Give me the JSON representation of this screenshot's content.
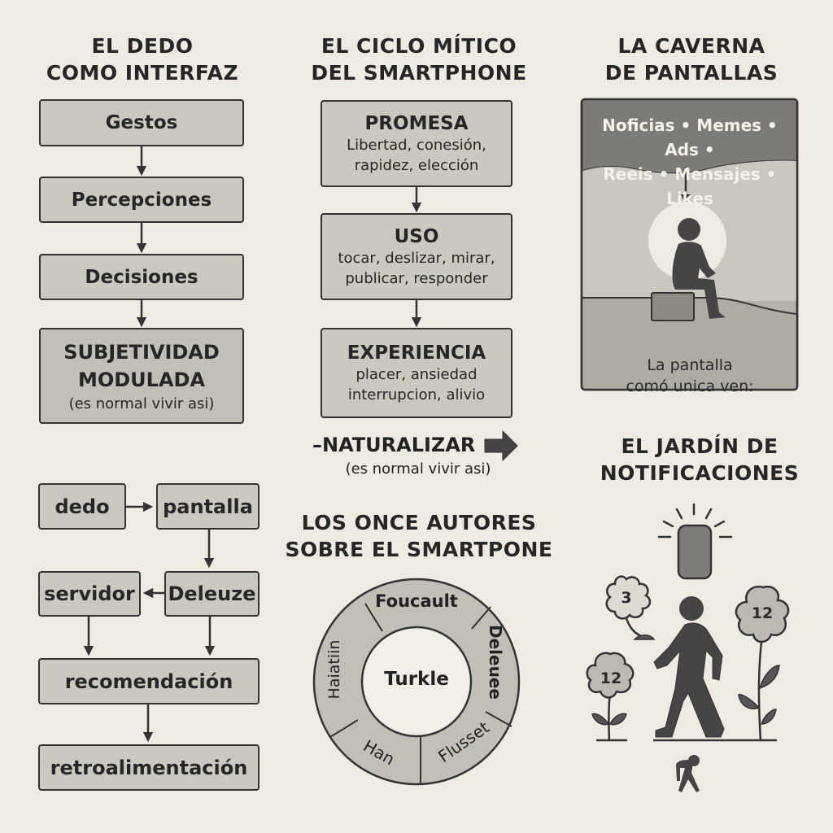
{
  "panels": {
    "dedo": {
      "title_line1": "EL DEDO",
      "title_line2": "COMO INTERFAZ",
      "steps": [
        "Gestos",
        "Percepciones",
        "Decisiones"
      ],
      "final": {
        "line1": "SUBJETIVIDAD",
        "line2": "MODULADA",
        "note": "(es normal vivir asi)"
      }
    },
    "ciclo": {
      "title_line1": "EL CICLO MÍTICO",
      "title_line2": "DEL SMARTPHONE",
      "stages": [
        {
          "label": "PROMESA",
          "line1": "Libertad, conesión,",
          "line2": "rapidez, elección"
        },
        {
          "label": "USO",
          "line1": "tocar, deslizar, mirar,",
          "line2": "publicar, responder"
        },
        {
          "label": "EXPERIENCIA",
          "line1": "placer, ansiedad",
          "line2": "interrupcion, alivio"
        }
      ],
      "naturalizar": "–NATURALIZAR",
      "naturalizar_note": "(es normal vivir asi)"
    },
    "caverna": {
      "title_line1": "LA CAVERNA",
      "title_line2": "DE PANTALLAS",
      "feed_line1": "Noficias • Memes • Ads •",
      "feed_line2": "Reeis • Mensajes • Likes",
      "caption_line1": "La pantalla",
      "caption_line2": "comó unica ven:"
    },
    "flujo": {
      "nodes": {
        "dedo": "dedo",
        "pantalla": "pantalla",
        "servidor": "servidor",
        "deleuze": "Deleuze",
        "recomendacion": "recomendación",
        "retroalimentacion": "retroalimentación"
      }
    },
    "autores": {
      "title_line1": "LOS ONCE AUTORES",
      "title_line2": "SOBRE EL SMARTPONE",
      "center": "Turkle",
      "segments": [
        "Foucault",
        "Deleuee",
        "Flusset",
        "Han",
        "Haiatiin"
      ]
    },
    "jardin": {
      "title_line1": "EL JARDÍN DE",
      "title_line2": "NOTIFICACIONES",
      "flowers": [
        "3",
        "12",
        "12"
      ]
    }
  },
  "colors": {
    "background": "#efebe2",
    "box_fill": "#cbc8bf",
    "stroke": "#333333",
    "dark_figure": "#444444"
  }
}
